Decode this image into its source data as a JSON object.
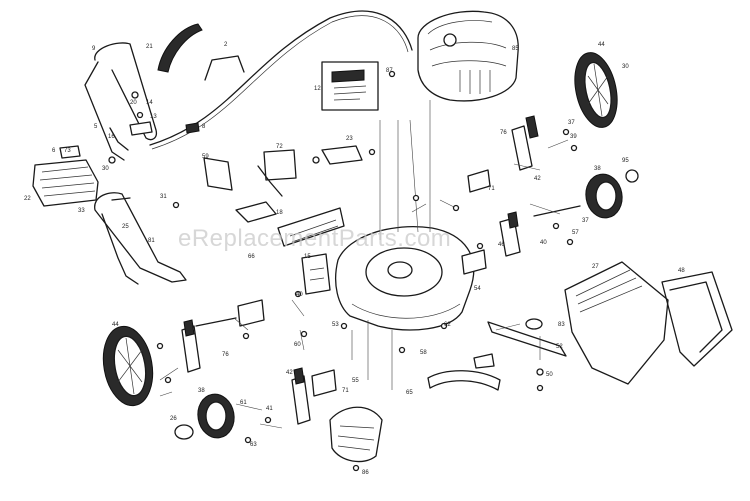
{
  "watermark": "eReplacementParts.com",
  "callouts": [
    {
      "id": "c-1",
      "text": "9"
    },
    {
      "id": "c-2",
      "text": "21"
    },
    {
      "id": "c-3",
      "text": "2"
    },
    {
      "id": "c-4",
      "text": "20"
    },
    {
      "id": "c-5",
      "text": "14"
    },
    {
      "id": "c-6",
      "text": "13"
    },
    {
      "id": "c-7",
      "text": "8"
    },
    {
      "id": "c-8",
      "text": "5"
    },
    {
      "id": "c-9",
      "text": "16"
    },
    {
      "id": "c-10",
      "text": "22"
    },
    {
      "id": "c-11",
      "text": "30"
    },
    {
      "id": "c-12",
      "text": "6"
    },
    {
      "id": "c-13",
      "text": "73"
    },
    {
      "id": "c-14",
      "text": "33"
    },
    {
      "id": "c-15",
      "text": "25"
    },
    {
      "id": "c-16",
      "text": "31"
    },
    {
      "id": "c-17",
      "text": "81"
    },
    {
      "id": "c-18",
      "text": "72"
    },
    {
      "id": "c-19",
      "text": "59"
    },
    {
      "id": "c-20",
      "text": "23"
    },
    {
      "id": "c-21",
      "text": "18"
    },
    {
      "id": "c-22",
      "text": "66"
    },
    {
      "id": "c-23",
      "text": "12"
    },
    {
      "id": "c-24",
      "text": "87"
    },
    {
      "id": "c-25",
      "text": "85"
    },
    {
      "id": "c-26",
      "text": "44"
    },
    {
      "id": "c-27",
      "text": "30"
    },
    {
      "id": "c-28",
      "text": "37"
    },
    {
      "id": "c-29",
      "text": "76"
    },
    {
      "id": "c-30",
      "text": "39"
    },
    {
      "id": "c-31",
      "text": "42"
    },
    {
      "id": "c-32",
      "text": "71"
    },
    {
      "id": "c-33",
      "text": "38"
    },
    {
      "id": "c-34",
      "text": "95"
    },
    {
      "id": "c-35",
      "text": "37"
    },
    {
      "id": "c-36",
      "text": "15"
    },
    {
      "id": "c-37",
      "text": "57"
    },
    {
      "id": "c-38",
      "text": "46"
    },
    {
      "id": "c-39",
      "text": "27"
    },
    {
      "id": "c-40",
      "text": "48"
    },
    {
      "id": "c-41",
      "text": "62"
    },
    {
      "id": "c-42",
      "text": "54"
    },
    {
      "id": "c-43",
      "text": "53"
    },
    {
      "id": "c-44",
      "text": "60"
    },
    {
      "id": "c-45",
      "text": "55"
    },
    {
      "id": "c-46",
      "text": "65"
    },
    {
      "id": "c-47",
      "text": "40"
    },
    {
      "id": "c-48",
      "text": "44"
    },
    {
      "id": "c-49",
      "text": "76"
    },
    {
      "id": "c-50",
      "text": "41"
    },
    {
      "id": "c-51",
      "text": "38"
    },
    {
      "id": "c-52",
      "text": "26"
    },
    {
      "id": "c-53",
      "text": "63"
    },
    {
      "id": "c-54",
      "text": "61"
    },
    {
      "id": "c-55",
      "text": "42"
    },
    {
      "id": "c-56",
      "text": "71"
    },
    {
      "id": "c-57",
      "text": "86"
    },
    {
      "id": "c-58",
      "text": "58"
    },
    {
      "id": "c-59",
      "text": "50"
    },
    {
      "id": "c-60",
      "text": "52"
    },
    {
      "id": "c-61",
      "text": "83"
    },
    {
      "id": "c-62",
      "text": "40"
    }
  ]
}
